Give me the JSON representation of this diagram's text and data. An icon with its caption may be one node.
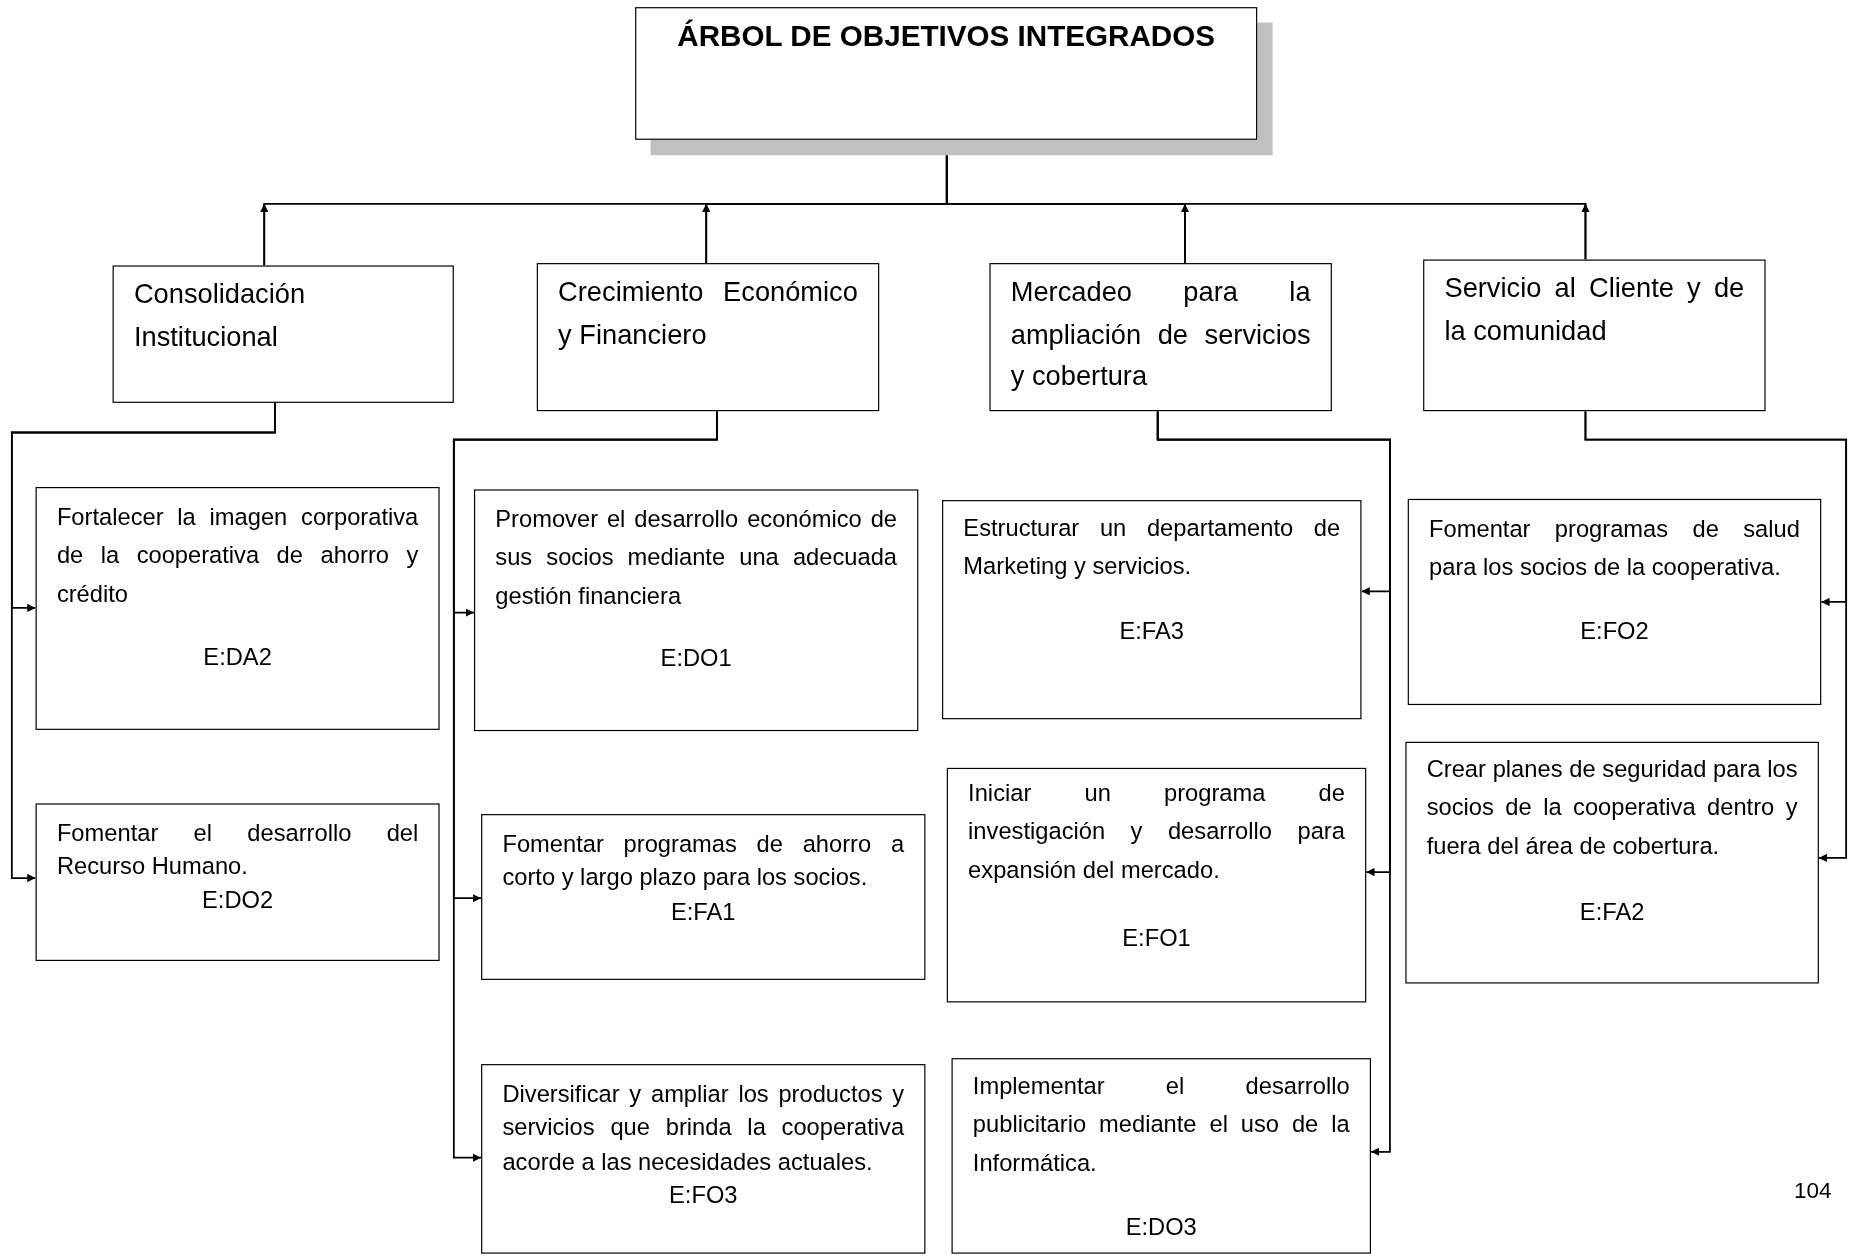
{
  "diagram": {
    "nodes": [
      {
        "text": [
          "ÁRBOL DE OBJETIVOS INTEGRADOS"
        ]
      },
      {
        "text": [
          "Consolidación Institucional"
        ]
      },
      {
        "text": [
          "Crecimiento Económico y Financiero"
        ]
      },
      {
        "text": [
          "Mercadeo para la ampliación de servicios y cobertura"
        ]
      },
      {
        "text": [
          "Servicio al Cliente y de la comunidad"
        ]
      },
      {
        "text": [
          "Fortalecer la imagen corporativa de la cooperativa de ahorro y crédito",
          "E:DA2"
        ]
      },
      {
        "text": [
          "Fomentar el desarrollo del Recurso Humano.",
          "E:DO2"
        ]
      },
      {
        "text": [
          "Promover el desarrollo económico de sus socios mediante una adecuada gestión financiera",
          "E:DO1"
        ]
      },
      {
        "text": [
          "Fomentar programas de ahorro a corto y largo plazo para los socios.",
          "E:FA1"
        ]
      },
      {
        "text": [
          "Diversificar y ampliar los productos y servicios que brinda la cooperativa acorde a las necesidades actuales.",
          "E:FO3"
        ]
      },
      {
        "text": [
          "Estructurar un departamento de Marketing y servicios.",
          "E:FA3"
        ]
      },
      {
        "text": [
          "Iniciar un programa de investigación y desarrollo para expansión del mercado.",
          "E:FO1"
        ]
      },
      {
        "text": [
          "Implementar el desarrollo publicitario mediante el uso de la Informática.",
          "E:DO3"
        ]
      },
      {
        "text": [
          "Fomentar programas de salud para los socios de la cooperativa.",
          "E:FO2"
        ]
      },
      {
        "text": [
          "Crear planes de seguridad para los socios de la cooperativa dentro y fuera del área de cobertura.",
          "E:FA2"
        ]
      }
    ],
    "edges": [
      {
        "from": 1,
        "to": 0,
        "arrow": "to"
      },
      {
        "from": 2,
        "to": 0,
        "arrow": "to"
      },
      {
        "from": 3,
        "to": 0,
        "arrow": "to"
      },
      {
        "from": 4,
        "to": 0,
        "arrow": "to"
      },
      {
        "from": 1,
        "to": 5,
        "arrow": "to"
      },
      {
        "from": 1,
        "to": 6,
        "arrow": "to"
      },
      {
        "from": 2,
        "to": 7,
        "arrow": "to"
      },
      {
        "from": 2,
        "to": 8,
        "arrow": "to"
      },
      {
        "from": 2,
        "to": 9,
        "arrow": "to"
      },
      {
        "from": 3,
        "to": 10,
        "arrow": "to"
      },
      {
        "from": 3,
        "to": 11,
        "arrow": "to"
      },
      {
        "from": 3,
        "to": 12,
        "arrow": "to"
      },
      {
        "from": 4,
        "to": 13,
        "arrow": "to"
      },
      {
        "from": 4,
        "to": 14,
        "arrow": "to"
      }
    ],
    "labels": [
      "104"
    ]
  }
}
